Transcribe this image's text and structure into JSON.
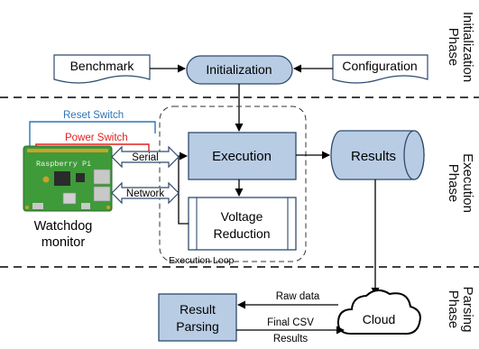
{
  "phases": {
    "init": [
      "Initialization",
      "Phase"
    ],
    "exec": [
      "Execution",
      "Phase"
    ],
    "parse": [
      "Parsing",
      "Phase"
    ]
  },
  "nodes": {
    "benchmark": "Benchmark",
    "initialization": "Initialization",
    "configuration": "Configuration",
    "execution": "Execution",
    "results": "Results",
    "voltage_reduction": [
      "Voltage",
      "Reduction"
    ],
    "execution_loop": "Execution Loop",
    "result_parsing": [
      "Result",
      "Parsing"
    ],
    "cloud": "Cloud"
  },
  "links": {
    "reset_switch": "Reset Switch",
    "power_switch": "Power Switch",
    "serial": "Serial",
    "network": "Network",
    "raw_data": "Raw data",
    "final_csv": [
      "Final CSV",
      "Results"
    ]
  },
  "watchdog": {
    "board_text": "Raspberry Pi",
    "label": [
      "Watchdog",
      "monitor"
    ]
  },
  "colors": {
    "box_fill": "#b8cce4",
    "box_stroke": "#2f4b6e",
    "reset_line": "#2e75b6",
    "power_line": "#e02020",
    "board_green": "#3f9a3a"
  }
}
